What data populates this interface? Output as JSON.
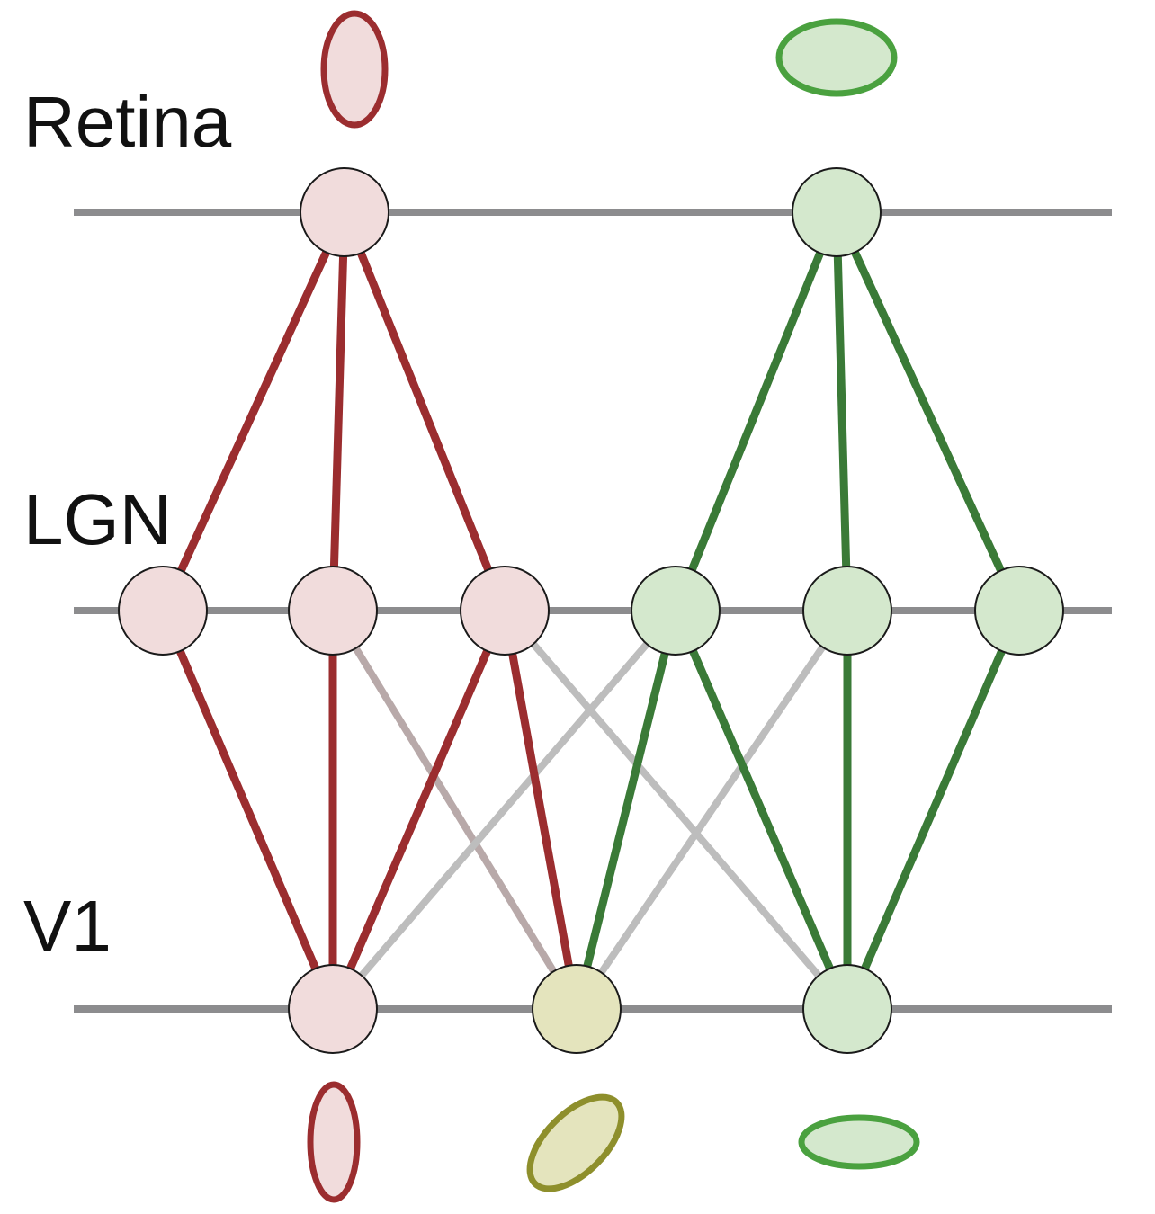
{
  "labels": {
    "retina": "Retina",
    "lgn": "LGN",
    "v1": "V1"
  },
  "colors": {
    "layer_line": "#8c8c8e",
    "red_stroke": "#9b2d2f",
    "red_fill": "#f1dcdc",
    "green_stroke": "#3a7a37",
    "green_fill": "#d4e8cd",
    "green_rf_stroke": "#4aa13f",
    "olive_stroke": "#8e8f2c",
    "olive_fill": "#e4e4bd",
    "gray_connection": "#bdbdbd",
    "rose_gray_connection": "#b8a9a9",
    "node_outline": "#1a1a1a"
  },
  "nodes": {
    "retina": [
      {
        "id": "retina-red",
        "color": "red"
      },
      {
        "id": "retina-green",
        "color": "green"
      }
    ],
    "lgn": [
      {
        "id": "lgn-red-1",
        "color": "red"
      },
      {
        "id": "lgn-red-2",
        "color": "red"
      },
      {
        "id": "lgn-red-3",
        "color": "red"
      },
      {
        "id": "lgn-green-1",
        "color": "green"
      },
      {
        "id": "lgn-green-2",
        "color": "green"
      },
      {
        "id": "lgn-green-3",
        "color": "green"
      }
    ],
    "v1": [
      {
        "id": "v1-red",
        "color": "red"
      },
      {
        "id": "v1-olive",
        "color": "olive"
      },
      {
        "id": "v1-green",
        "color": "green"
      }
    ]
  },
  "connections": [
    {
      "from": "retina-red",
      "to": "lgn-red-1",
      "color": "red"
    },
    {
      "from": "retina-red",
      "to": "lgn-red-2",
      "color": "red"
    },
    {
      "from": "retina-red",
      "to": "lgn-red-3",
      "color": "red"
    },
    {
      "from": "retina-green",
      "to": "lgn-green-1",
      "color": "green"
    },
    {
      "from": "retina-green",
      "to": "lgn-green-2",
      "color": "green"
    },
    {
      "from": "retina-green",
      "to": "lgn-green-3",
      "color": "green"
    },
    {
      "from": "lgn-red-2",
      "to": "v1-olive",
      "color": "rose_gray"
    },
    {
      "from": "lgn-red-3",
      "to": "v1-green",
      "color": "gray"
    },
    {
      "from": "lgn-green-1",
      "to": "v1-red",
      "color": "gray"
    },
    {
      "from": "lgn-green-2",
      "to": "v1-olive",
      "color": "gray"
    },
    {
      "from": "lgn-red-1",
      "to": "v1-red",
      "color": "red"
    },
    {
      "from": "lgn-red-2",
      "to": "v1-red",
      "color": "red"
    },
    {
      "from": "lgn-red-3",
      "to": "v1-red",
      "color": "red"
    },
    {
      "from": "lgn-red-3",
      "to": "v1-olive",
      "color": "red"
    },
    {
      "from": "lgn-green-1",
      "to": "v1-olive",
      "color": "green"
    },
    {
      "from": "lgn-green-1",
      "to": "v1-green",
      "color": "green"
    },
    {
      "from": "lgn-green-2",
      "to": "v1-green",
      "color": "green"
    },
    {
      "from": "lgn-green-3",
      "to": "v1-green",
      "color": "green"
    }
  ],
  "receptive_fields": [
    {
      "id": "rf-retina-red",
      "layer": "retina",
      "color": "red",
      "orientation": "vertical"
    },
    {
      "id": "rf-retina-green",
      "layer": "retina",
      "color": "green",
      "orientation": "horizontal"
    },
    {
      "id": "rf-v1-red",
      "layer": "v1",
      "color": "red",
      "orientation": "vertical"
    },
    {
      "id": "rf-v1-olive",
      "layer": "v1",
      "color": "olive",
      "orientation": "oblique"
    },
    {
      "id": "rf-v1-green",
      "layer": "v1",
      "color": "green",
      "orientation": "horizontal"
    }
  ]
}
